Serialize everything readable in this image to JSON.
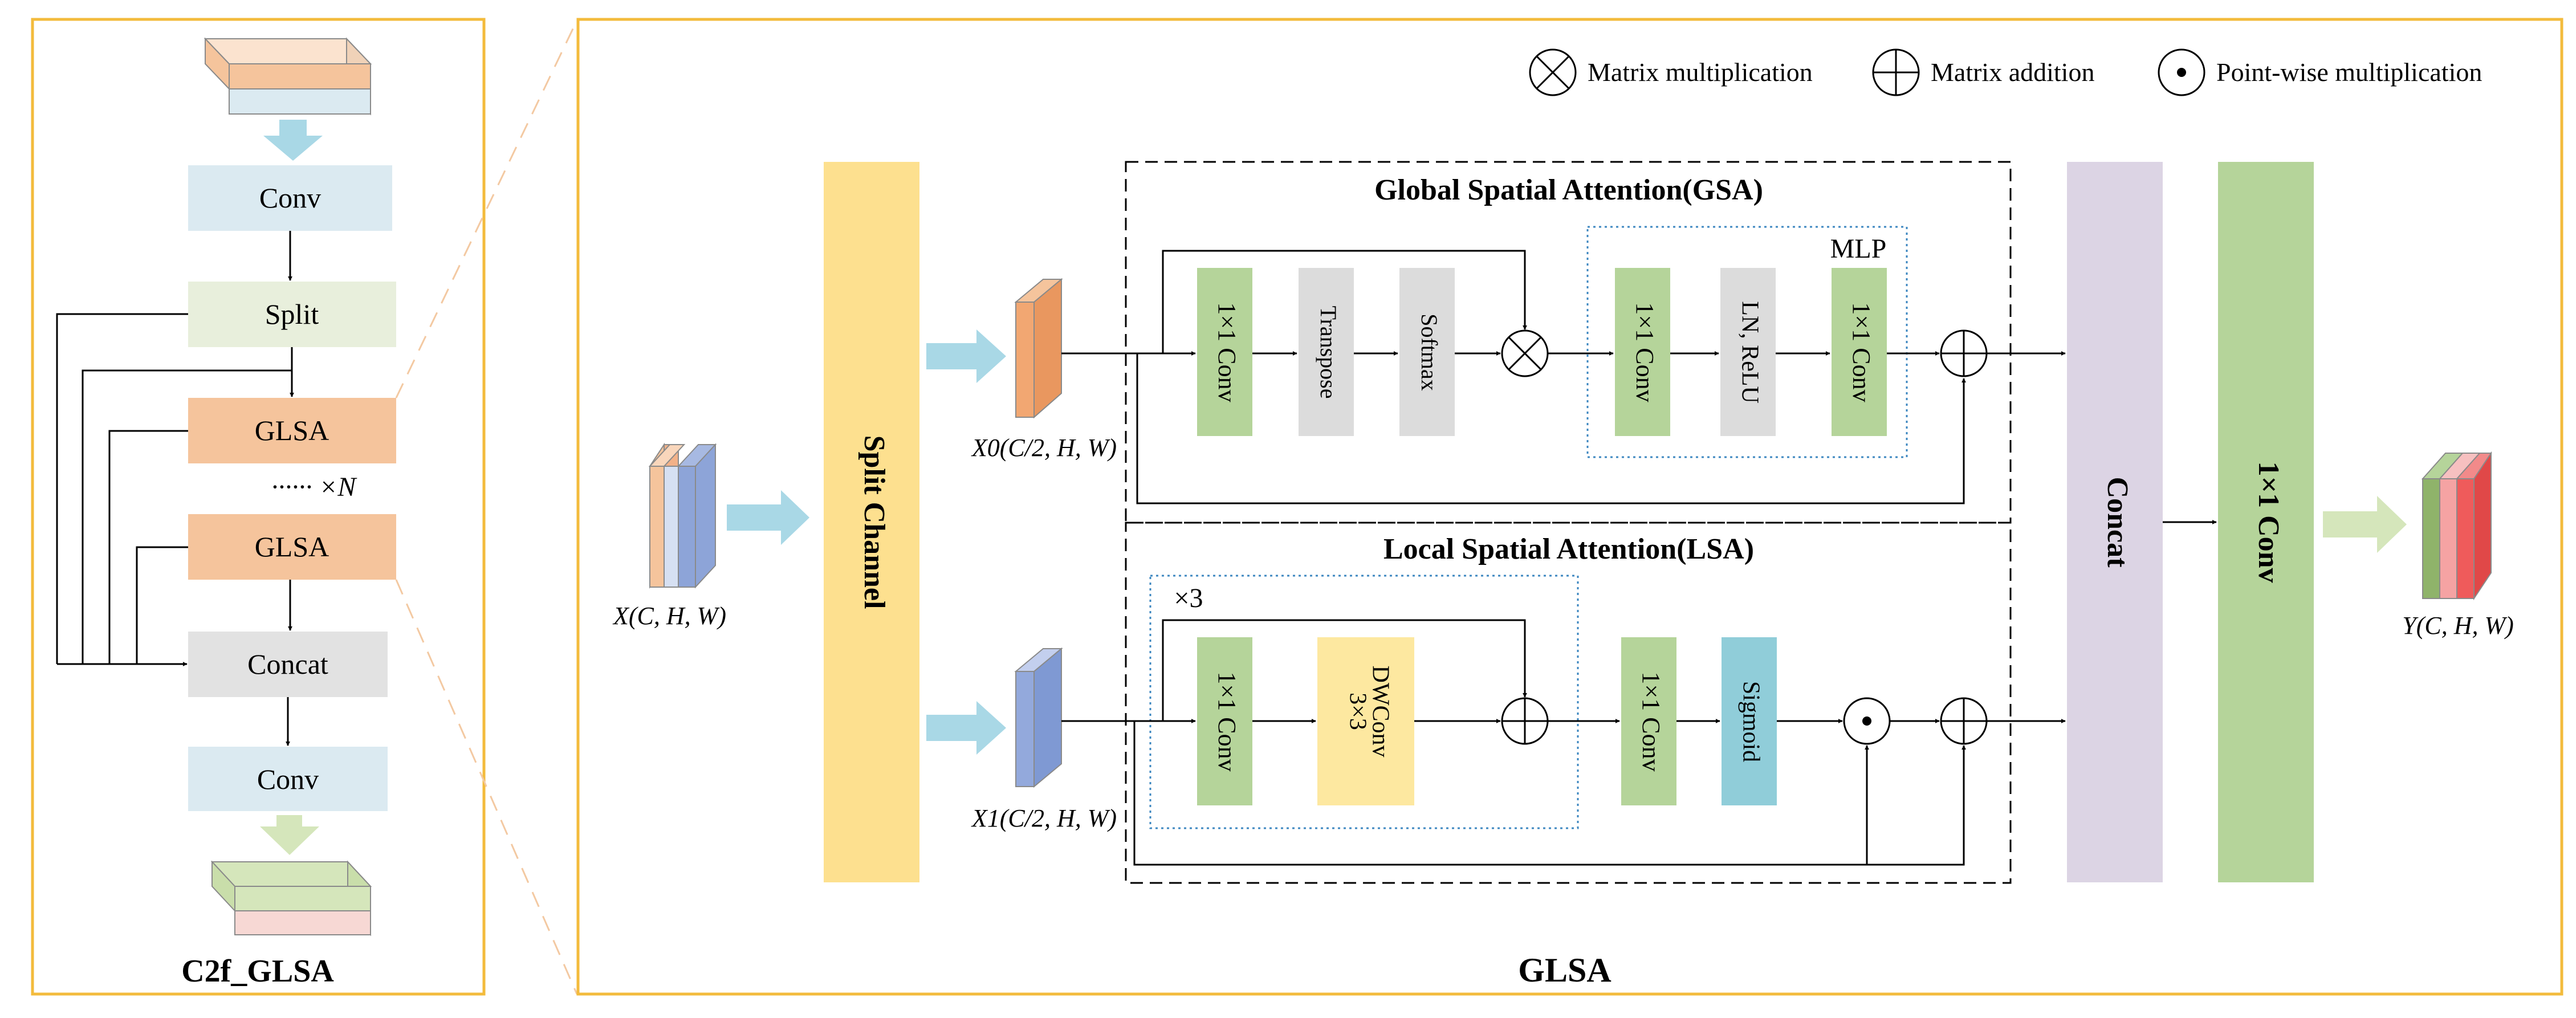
{
  "legend": {
    "matmul": "Matrix multiplication",
    "matadd": "Matrix addition",
    "pointwise": "Point-wise multiplication"
  },
  "left_panel": {
    "title": "C2f_GLSA",
    "conv_top": "Conv",
    "split": "Split",
    "glsa1": "GLSA",
    "repeat": "······ ×N",
    "glsa2": "GLSA",
    "concat": "Concat",
    "conv_bottom": "Conv"
  },
  "main_panel": {
    "title": "GLSA",
    "input_label": "X(C, H, W)",
    "split_channel": "Split Channel",
    "x0_label": "X0(C/2, H, W)",
    "x1_label": "X1(C/2, H, W)",
    "concat": "Concat",
    "conv1x1_big": "1×1 Conv",
    "output_label": "Y(C, H, W)"
  },
  "gsa": {
    "title": "Global Spatial Attention(GSA)",
    "conv1": "1×1 Conv",
    "transpose": "Transpose",
    "softmax": "Softmax",
    "mlp": "MLP",
    "mlp_conv1": "1×1 Conv",
    "ln_relu": "LN, ReLU",
    "mlp_conv2": "1×1 Conv"
  },
  "lsa": {
    "title": "Local Spatial Attention(LSA)",
    "repeat": "×3",
    "conv1": "1×1 Conv",
    "dwconv_a": "3×3",
    "dwconv_b": "DWConv",
    "conv2": "1×1 Conv",
    "sigmoid": "Sigmoid"
  },
  "colors": {
    "panel_border": "#f3bb3c",
    "conv_blue": "#dbeaf1",
    "split_green": "#e8efdc",
    "glsa_orange": "#f5c49c",
    "concat_gray": "#e2e2e2",
    "green_block": "#b5d49a",
    "gray_block": "#dcdcdc",
    "yellow_block": "#fde8a0",
    "split_channel_yellow": "#fde08f",
    "concat_purple": "#dcd4e4",
    "sigmoid_teal": "#90cdd9",
    "arrow_blue": "#a9d8e6",
    "arrow_green": "#d5e6bb",
    "dotted_blue": "#3d87c0"
  }
}
